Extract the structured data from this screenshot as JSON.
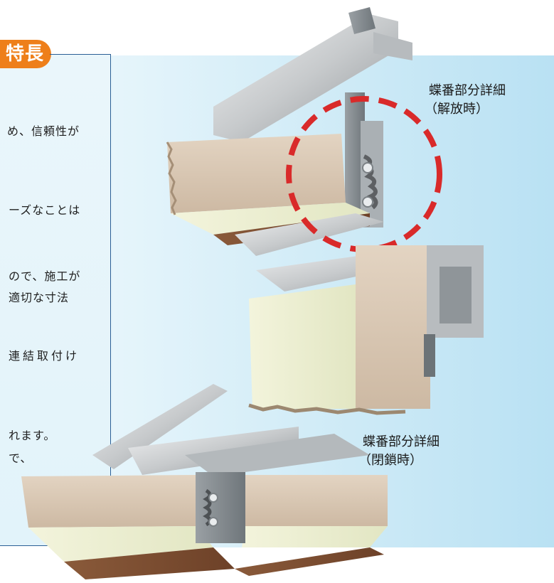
{
  "feature_box": {
    "title_fragment": "特長",
    "lines": [
      "め、信頼性が",
      "ーズなことは",
      "ので、施工が",
      "適切な寸法",
      "連結取付け",
      "れます。",
      "で、"
    ]
  },
  "callouts": {
    "open": {
      "line1": "蝶番部分詳細",
      "line2": "（解放時）"
    },
    "closed": {
      "line1": "蝶番部分詳細",
      "line2": "（閉鎖時）"
    }
  },
  "colors": {
    "badge": "#ee7f1a",
    "box_border": "#2b5f95",
    "highlight_circle": "#d92a2a",
    "panel_core": "#d7c7b4",
    "panel_insulation": "#ecefd4",
    "aluminum": "#c9ccce",
    "background_panel": "#cfeaf6"
  }
}
